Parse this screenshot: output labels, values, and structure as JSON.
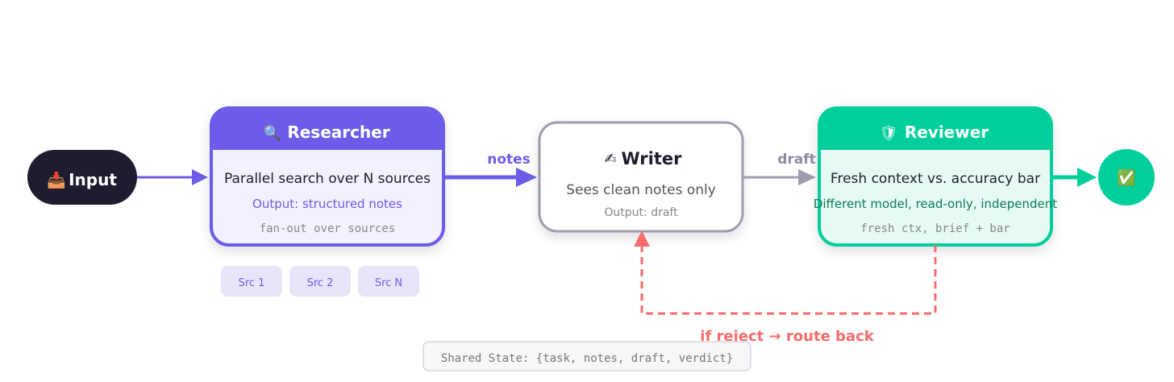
{
  "input": {
    "icon": "inbox-tray-icon",
    "icon_glyph": "📥",
    "label": "Input"
  },
  "researcher": {
    "icon": "magnifier-icon",
    "icon_glyph": "🔍",
    "title": "Researcher",
    "line1": "Parallel search over N sources",
    "line2": "Output: structured notes",
    "line3": "fan-out over sources",
    "sources": [
      "Src 1",
      "Src 2",
      "Src N"
    ],
    "color": "#6c5ce7",
    "fill": "#f3f1fd"
  },
  "writer": {
    "icon": "writing-hand-icon",
    "icon_glyph": "✍",
    "title": "Writer",
    "line1": "Sees clean notes only",
    "line2": "Output: draft",
    "color": "#a09cb0"
  },
  "reviewer": {
    "icon": "shield-icon",
    "icon_glyph": "🛡",
    "title": "Reviewer",
    "line1": "Fresh context vs. accuracy bar",
    "line2": "Different model, read-only, independent",
    "line3": "fresh ctx, brief + bar",
    "color": "#00cf9c",
    "fill": "#e6faf4"
  },
  "output": {
    "icon": "check-mark-icon",
    "icon_glyph": "✅"
  },
  "edges": {
    "notes_label": "notes",
    "draft_label": "draft",
    "reject_label": "if reject → route back",
    "reject_color": "#f76c6c"
  },
  "shared_state": "Shared State: {task, notes, draft, verdict}"
}
